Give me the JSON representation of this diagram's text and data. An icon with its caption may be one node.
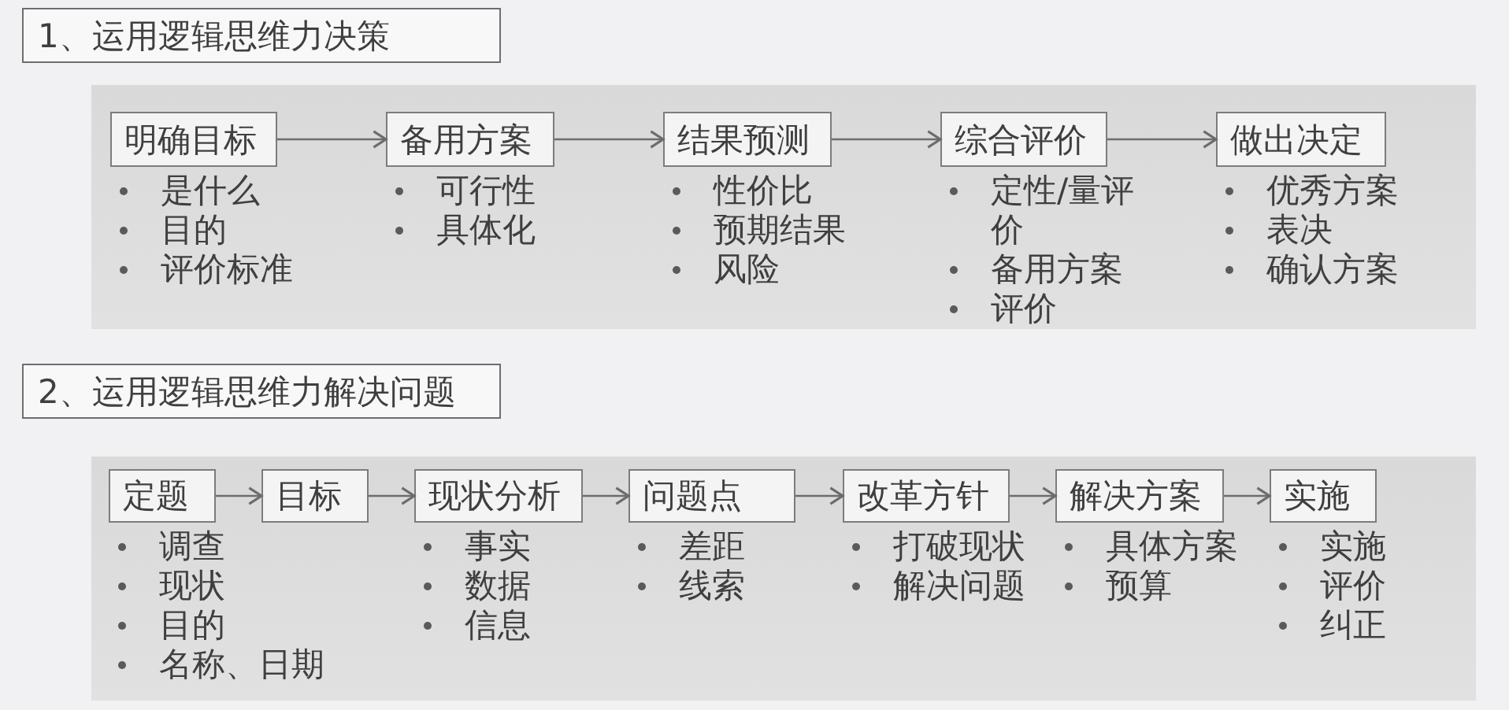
{
  "diagram": {
    "nodes": [
      {
        "text": [
          "1、运用逻辑思维力决策"
        ]
      },
      {
        "text": [],
        "shape": "box"
      },
      {
        "text": [
          "明确目标"
        ],
        "in": 1,
        "beside": [
          "是什么",
          "目的",
          "评价标准"
        ]
      },
      {
        "text": [
          "备用方案"
        ],
        "in": 1,
        "beside": [
          "可行性",
          "具体化"
        ]
      },
      {
        "text": [
          "结果预测"
        ],
        "in": 1,
        "beside": [
          "性价比",
          "预期结果",
          "风险"
        ]
      },
      {
        "text": [
          "综合评价"
        ],
        "in": 1,
        "beside": [
          "定性/量评价",
          "备用方案",
          "评价"
        ]
      },
      {
        "text": [
          "做出决定"
        ],
        "in": 1,
        "beside": [
          "优秀方案",
          "表决",
          "确认方案"
        ]
      },
      {
        "text": [
          "2、运用逻辑思维力解决问题"
        ]
      },
      {
        "text": [],
        "shape": "box"
      },
      {
        "text": [
          "定题"
        ],
        "in": 8,
        "beside": [
          "调查",
          "现状",
          "目的",
          "名称、日期"
        ]
      },
      {
        "text": [
          "目标"
        ],
        "in": 8
      },
      {
        "text": [
          "现状分析"
        ],
        "in": 8,
        "beside": [
          "事实",
          "数据",
          "信息"
        ]
      },
      {
        "text": [
          "问题点"
        ],
        "in": 8,
        "beside": [
          "差距",
          "线索"
        ]
      },
      {
        "text": [
          "改革方针"
        ],
        "in": 8,
        "beside": [
          "打破现状",
          "解决问题"
        ]
      },
      {
        "text": [
          "解决方案"
        ],
        "in": 8,
        "beside": [
          "具体方案",
          "预算"
        ]
      },
      {
        "text": [
          "实施"
        ],
        "in": 8,
        "beside": [
          "实施",
          "评价",
          "纠正"
        ]
      }
    ],
    "edges": [
      {
        "from": 2,
        "to": 3,
        "arrow": "to"
      },
      {
        "from": 3,
        "to": 4,
        "arrow": "to"
      },
      {
        "from": 4,
        "to": 5,
        "arrow": "to"
      },
      {
        "from": 5,
        "to": 6,
        "arrow": "to"
      },
      {
        "from": 9,
        "to": 10,
        "arrow": "to"
      },
      {
        "from": 10,
        "to": 11,
        "arrow": "to"
      },
      {
        "from": 11,
        "to": 12,
        "arrow": "to"
      },
      {
        "from": 12,
        "to": 13,
        "arrow": "to"
      },
      {
        "from": 13,
        "to": 14,
        "arrow": "to"
      },
      {
        "from": 14,
        "to": 15,
        "arrow": "to"
      }
    ]
  }
}
